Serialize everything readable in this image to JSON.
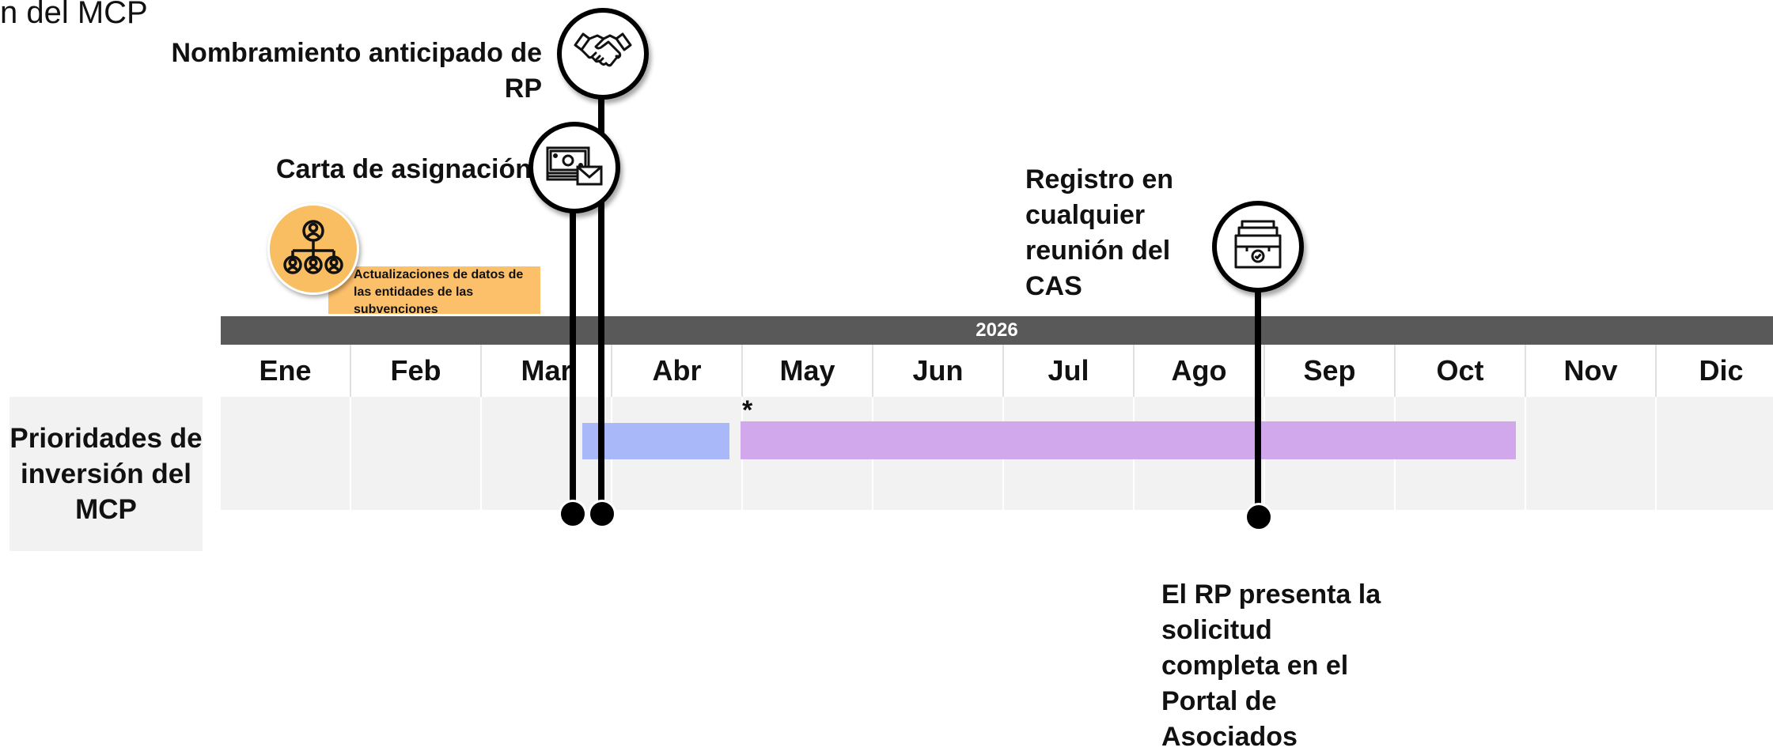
{
  "page_title": "n del MCP",
  "year": "2026",
  "months": [
    "Ene",
    "Feb",
    "Mar",
    "Abr",
    "May",
    "Jun",
    "Jul",
    "Ago",
    "Sep",
    "Oct",
    "Nov",
    "Dic"
  ],
  "row_label": "Prioridades de inversión del MCP",
  "asterisk": "*",
  "milestones": {
    "nombramiento": {
      "label": "Nombramiento anticipado de RP",
      "icon": "handshake-icon"
    },
    "carta": {
      "label": "Carta de asignación",
      "icon": "money-envelope-icon"
    },
    "registro": {
      "label": "Registro en cualquier reunión del CAS",
      "icon": "filing-box-check-icon"
    },
    "presenta": {
      "label": "El RP presenta la solicitud completa en el Portal de Asociados"
    }
  },
  "actualizaciones": {
    "label": "Actualizaciones de datos de las entidades de las subvenciones",
    "icon": "org-chart-people-icon",
    "color": "#f9bd62"
  },
  "colors": {
    "year_bar": "#595959",
    "bar_blue": "#a8b8f8",
    "bar_purple": "#d1a8ec"
  }
}
